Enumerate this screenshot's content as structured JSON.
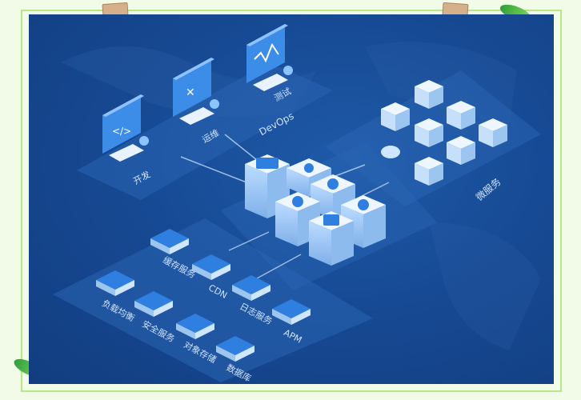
{
  "devops": {
    "title": "DevOps",
    "roles": [
      {
        "label": "开发",
        "icon": "code-icon"
      },
      {
        "label": "运维",
        "icon": "tools-icon"
      },
      {
        "label": "测试",
        "icon": "pulse-icon"
      }
    ]
  },
  "microservices": {
    "title": "微服务",
    "icons": [
      "shop-icon",
      "user-icon",
      "id-card-icon",
      "location-icon",
      "chat-icon",
      "database-icon",
      "message-icon",
      "compass-icon"
    ]
  },
  "core": {
    "icons": [
      "monitor-icon",
      "user-search-icon",
      "chat-icon",
      "globe-icon",
      "refresh-icon",
      "check-icon"
    ]
  },
  "services": [
    {
      "label": "缓存服务",
      "icon": "cache-icon"
    },
    {
      "label": "负载均衡",
      "icon": "network-icon"
    },
    {
      "label": "CDN",
      "icon": "cdn-icon"
    },
    {
      "label": "安全服务",
      "icon": "shield-icon"
    },
    {
      "label": "日志服务",
      "icon": "log-icon"
    },
    {
      "label": "对象存储",
      "icon": "storage-icon"
    },
    {
      "label": "APM",
      "icon": "bar-chart-icon"
    },
    {
      "label": "数据库",
      "icon": "database-icon"
    }
  ],
  "colors": {
    "background": "#174a94",
    "panel": "#2a65b3",
    "cube_top": "#eef6ff",
    "cube_side": "#9cc6f0",
    "icon_blue": "#2f7fe0",
    "frame_green": "#b8e78a"
  }
}
